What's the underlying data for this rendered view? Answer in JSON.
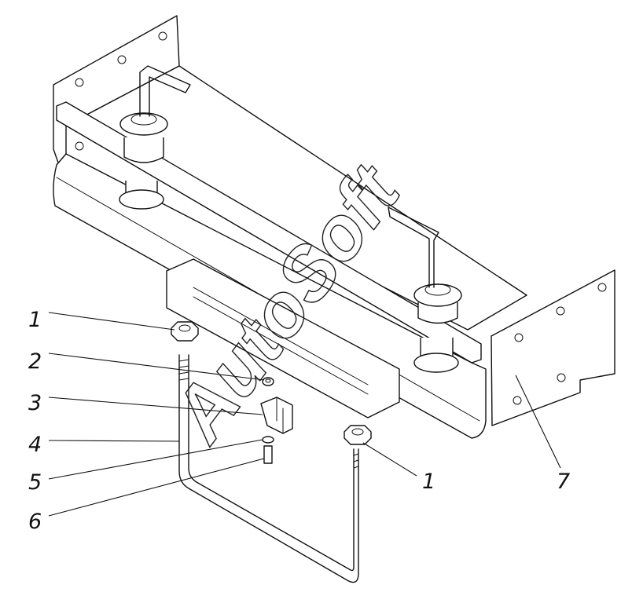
{
  "watermark": {
    "text": "AutoSoft"
  },
  "callouts": [
    {
      "number": "1",
      "part": "nut"
    },
    {
      "number": "2",
      "part": "nut"
    },
    {
      "number": "3",
      "part": "clamp bracket"
    },
    {
      "number": "4",
      "part": "u-bolt"
    },
    {
      "number": "5",
      "part": "washer"
    },
    {
      "number": "6",
      "part": "bolt"
    },
    {
      "number": "1",
      "part": "nut"
    },
    {
      "number": "7",
      "part": "support bracket"
    }
  ]
}
